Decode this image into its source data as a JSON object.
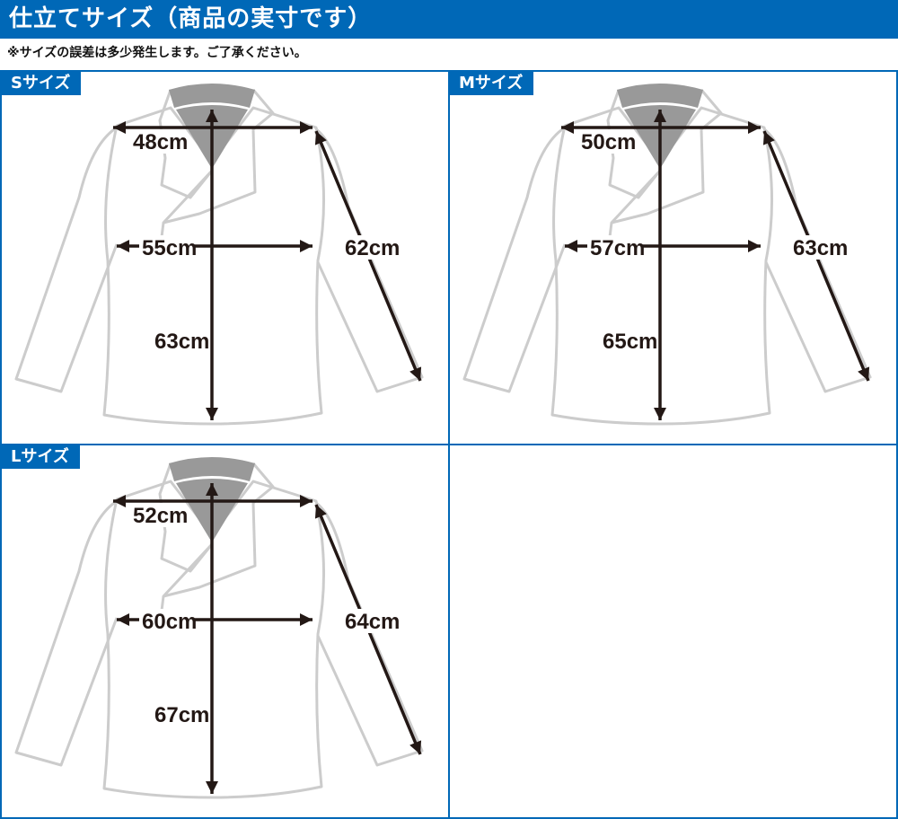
{
  "header": {
    "title": "仕立てサイズ（商品の実寸です）",
    "note": "※サイズの誤差は多少発生します。ご了承ください。"
  },
  "colors": {
    "accent": "#0068b7",
    "outline": "#cccccc",
    "collar": "#999999",
    "arrow": "#231815"
  },
  "sizes": [
    {
      "name": "Sサイズ",
      "shoulder": "48cm",
      "chest": "55cm",
      "sleeve": "62cm",
      "length": "63cm"
    },
    {
      "name": "Mサイズ",
      "shoulder": "50cm",
      "chest": "57cm",
      "sleeve": "63cm",
      "length": "65cm"
    },
    {
      "name": "Lサイズ",
      "shoulder": "52cm",
      "chest": "60cm",
      "sleeve": "64cm",
      "length": "67cm"
    }
  ]
}
